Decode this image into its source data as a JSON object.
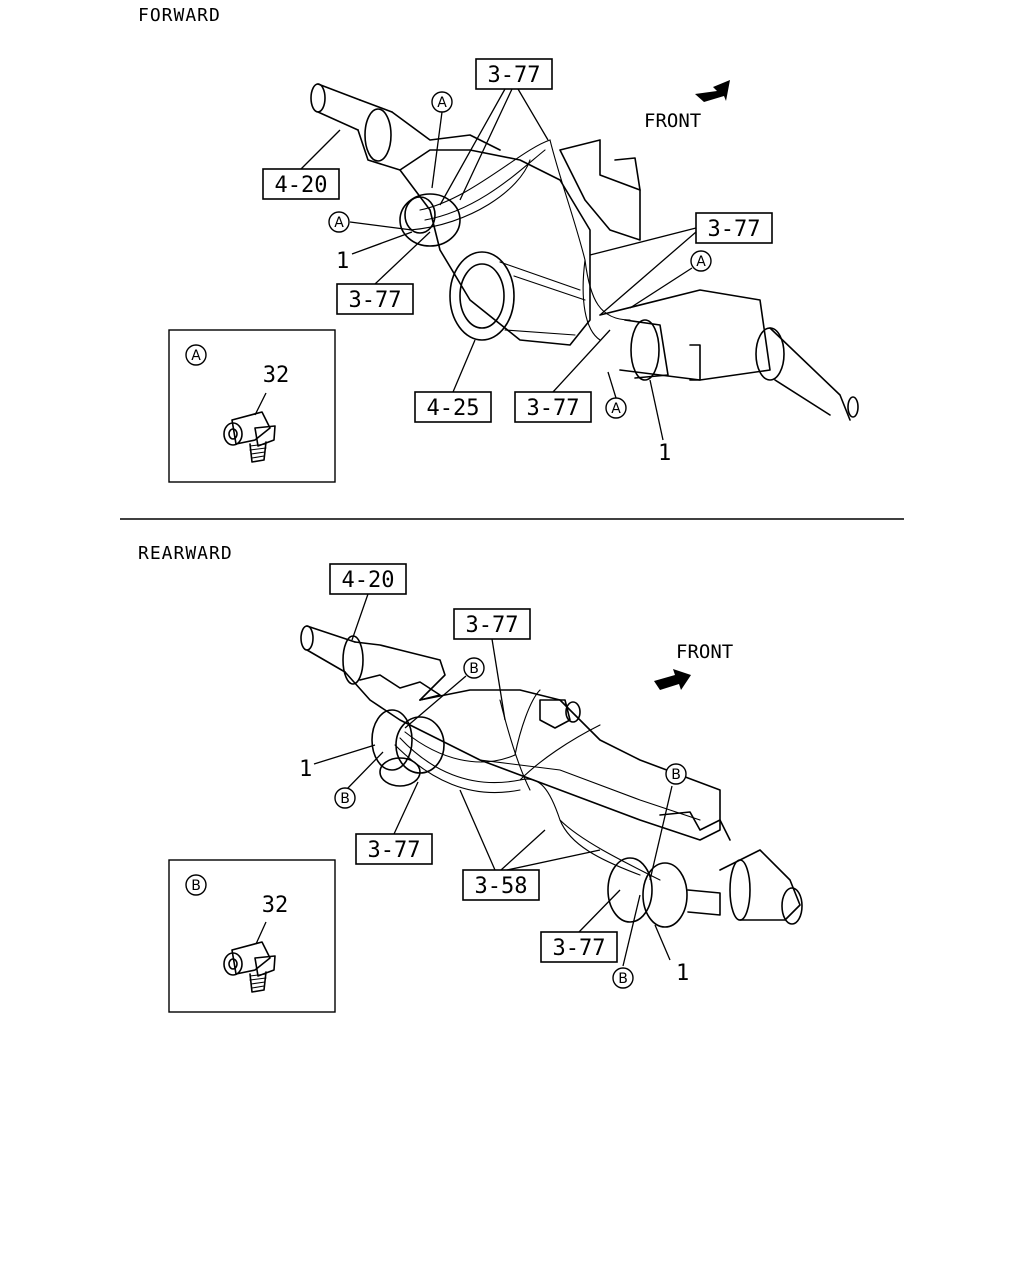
{
  "sections": {
    "forward": "FORWARD",
    "rearward": "REARWARD"
  },
  "direction": {
    "front_top": "FRONT",
    "front_bottom": "FRONT"
  },
  "callouts": {
    "top_3_77_a": "3-77",
    "top_4_20": "4-20",
    "top_3_77_b": "3-77",
    "top_3_77_right": "3-77",
    "top_4_25": "4-25",
    "top_3_77_c": "3-77",
    "top_1_left": "1",
    "top_1_right": "1",
    "bot_4_20": "4-20",
    "bot_3_77_top": "3-77",
    "bot_3_77_left": "3-77",
    "bot_3_58": "3-58",
    "bot_3_77_bottom": "3-77",
    "bot_1_left": "1",
    "bot_1_right": "1"
  },
  "markers": {
    "a": "A",
    "b": "B"
  },
  "detail_a": {
    "marker": "A",
    "part": "32"
  },
  "detail_b": {
    "marker": "B",
    "part": "32"
  }
}
